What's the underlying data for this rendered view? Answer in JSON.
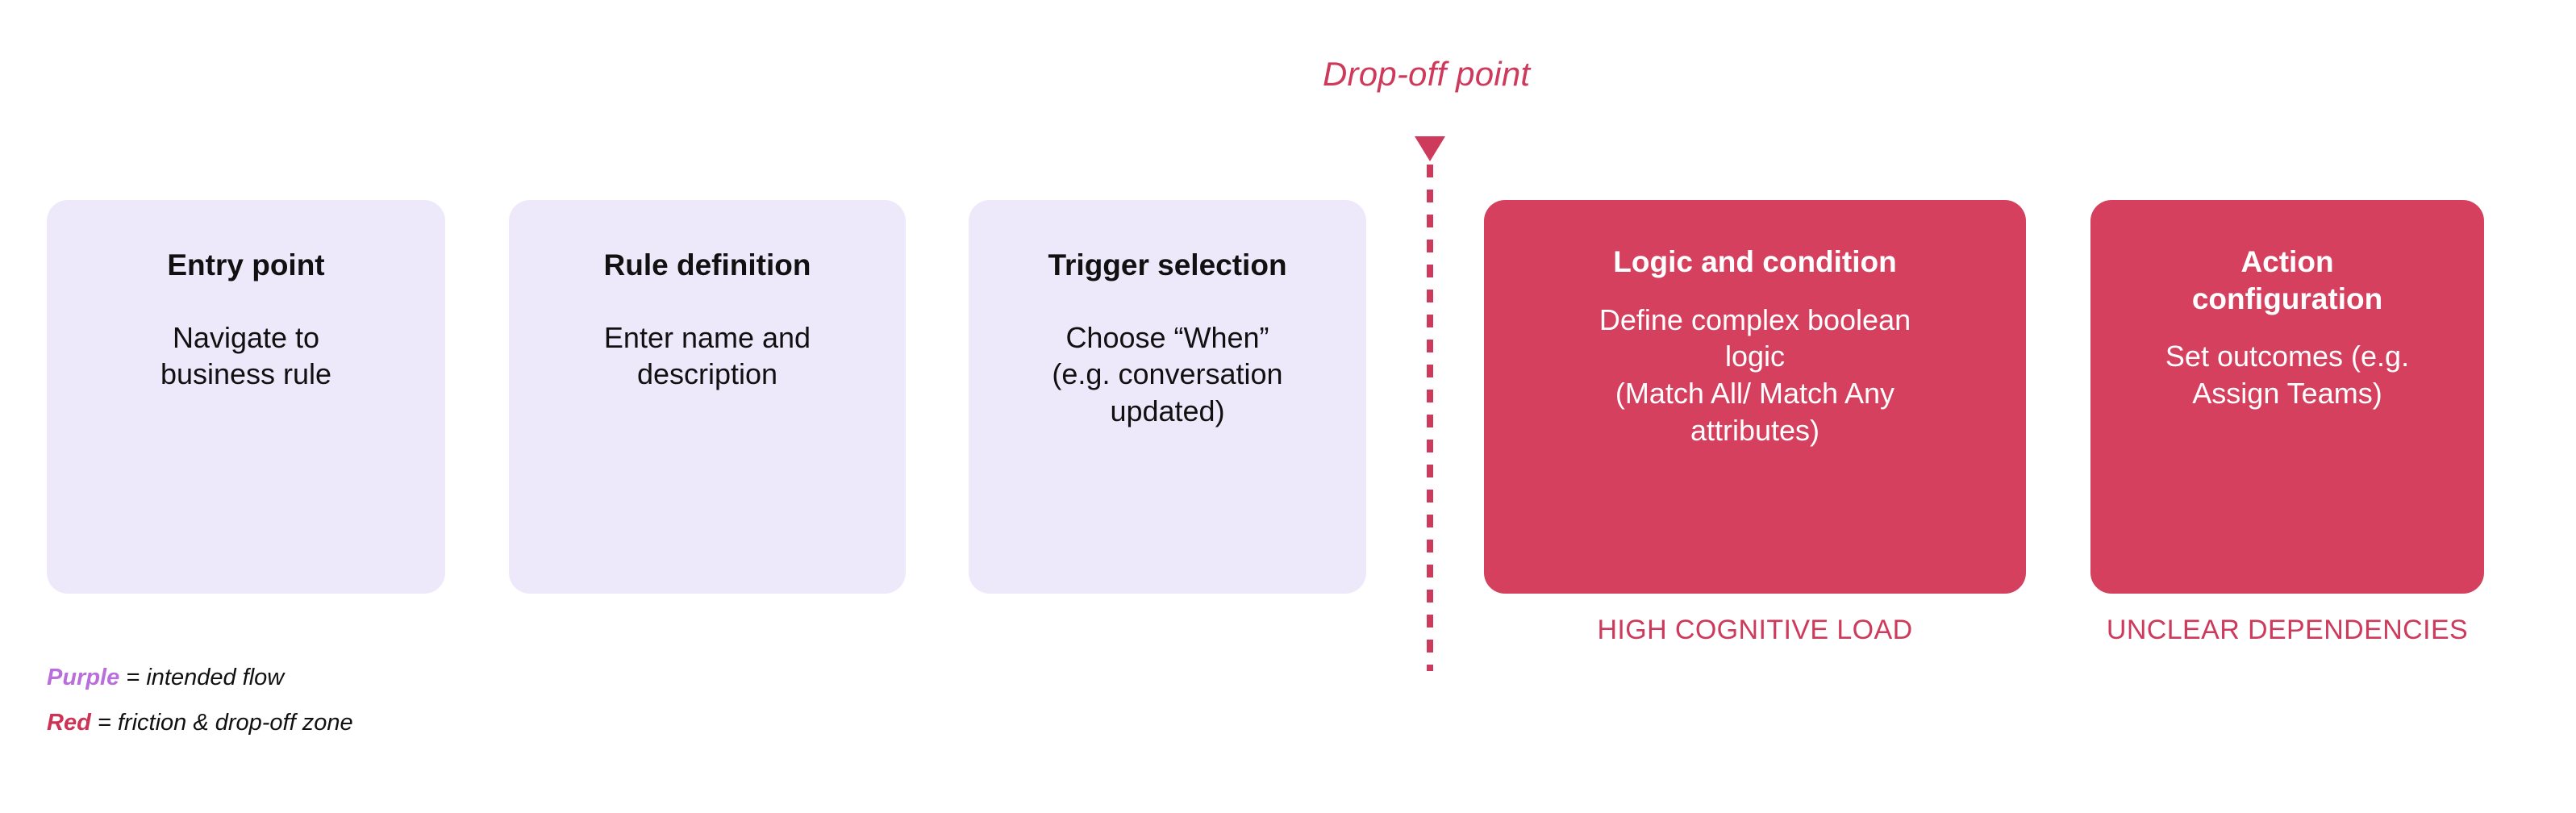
{
  "diagram": {
    "dropoff_marker": {
      "label": "Drop-off point",
      "marker_icon": "down-triangle-icon",
      "divider_icon": "vertical-dashed-line-icon",
      "color": "#CE3A5B"
    },
    "steps": [
      {
        "id": "entry-point",
        "title": "Entry point",
        "body": "Navigate to\nbusiness rule",
        "zone": "purple",
        "bg_color": "#EDE9FB",
        "text_color": "#111111"
      },
      {
        "id": "rule-definition",
        "title": "Rule definition",
        "body": "Enter name and\ndescription",
        "zone": "purple",
        "bg_color": "#EDE9FB",
        "text_color": "#111111"
      },
      {
        "id": "trigger-selection",
        "title": "Trigger selection",
        "body": "Choose “When”\n(e.g. conversation\nupdated)",
        "zone": "purple",
        "bg_color": "#EDE9FB",
        "text_color": "#111111"
      },
      {
        "id": "logic-and-condition",
        "title": "Logic and condition",
        "body": "Define complex boolean\nlogic\n(Match All/ Match Any\nattributes)",
        "zone": "red",
        "bg_color": "#D4405E",
        "text_color": "#FFFFFF"
      },
      {
        "id": "action-configuration",
        "title": "Action\nconfiguration",
        "body": "Set outcomes (e.g.\nAssign Teams)",
        "zone": "red",
        "bg_color": "#D4405E",
        "text_color": "#FFFFFF"
      }
    ],
    "friction_notes": [
      {
        "for_step": "logic-and-condition",
        "text": "HIGH COGNITIVE LOAD"
      },
      {
        "for_step": "action-configuration",
        "text": "UNCLEAR DEPENDENCIES"
      }
    ],
    "legend": [
      {
        "key": "Purple",
        "separator": " = ",
        "description": "intended flow",
        "color": "#BA6EDC"
      },
      {
        "key": "Red",
        "separator": " = ",
        "description": "friction & drop-off zone",
        "color": "#CC3355"
      }
    ]
  }
}
